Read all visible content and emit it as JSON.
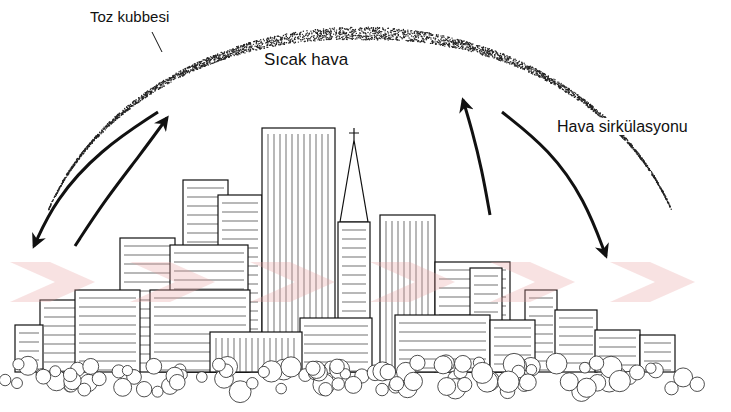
{
  "diagram": {
    "labels": [
      "Toz kubbesi",
      "Sıcak hava",
      "Hava sirkülasyonu"
    ]
  }
}
